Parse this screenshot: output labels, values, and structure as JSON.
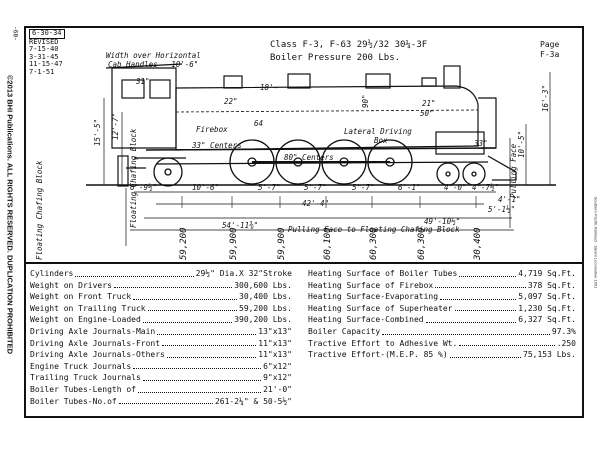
{
  "header": {
    "revisions": [
      "6-30-34",
      "REVISED",
      "7-15-40",
      "3-31-45",
      "11-15-47",
      "7-1-51"
    ],
    "class_line": "Class F-3, F-63",
    "fraction": "29½/32",
    "class_suffix": "30¼-3F",
    "boiler_pressure": "Boiler Pressure 200 Lbs.",
    "page_label": "Page",
    "page_id": "F-3a",
    "page_number": "-60-"
  },
  "side_text": {
    "copyright": "©2013 BHI Publications. ALL RIGHTS RESERVED. DUPLICATION PROHIBITED",
    "right_credit": "Southern Pacific Railroad · Steam Locomotive 1951"
  },
  "drawing": {
    "labels": {
      "width_over": "Width over Horizontal",
      "cab_handles": "Cab Handles - 10'-6\"",
      "firebox": "Firebox",
      "centers_33": "33\" Centers",
      "centers_80": "80\" Centers",
      "lateral_driving": "Lateral Driving",
      "box": "Box",
      "pulling_face": "Pulling Face",
      "floating_block": "Floating Chafing Block",
      "pull_face_to_block": "Pulling Face to Floating Chafing Block"
    },
    "dims": {
      "h_15_5": "15'-5\"",
      "h_12_7": "12'-7\"",
      "h_31": "31\"",
      "h_22": "22\"",
      "h_18": "18'-",
      "w_64": "64",
      "w_90": "90\"",
      "w_21": "21\"",
      "w_50": "50\"",
      "w_33": "33\"",
      "h_16_3": "16'-3\"",
      "h_10_5": "10'-5\"",
      "w_4_1": "4'-1\"",
      "w_6_9": "6'-9½\"",
      "w_10_6": "10'-6\"",
      "w_5_7a": "5'-7\"",
      "w_5_7b": "5'-7\"",
      "w_5_7c": "5'-7\"",
      "w_6_1": "6'-1\"",
      "w_4_0": "4'-0\"",
      "w_4_7": "4'-7½\"",
      "w_42_4": "42'-4\"",
      "w_5_1": "5'-1½\"",
      "w_49_10": "49'-10½\"",
      "w_54_11": "54'-11⅜\""
    },
    "axle_weights": [
      "59,200",
      "59,900",
      "59,900",
      "60,100",
      "60,300",
      "60,300",
      "30,400"
    ]
  },
  "left_specs": [
    {
      "label": "Cylinders",
      "value": "29½\" Dia.X 32\"Stroke"
    },
    {
      "label": "Weight on Drivers",
      "value": "300,600 Lbs."
    },
    {
      "label": "Weight on Front Truck",
      "value": "30,400 Lbs."
    },
    {
      "label": "Weight on Trailing Truck",
      "value": "59,200 Lbs."
    },
    {
      "label": "Weight on Engine-Loaded",
      "value": "390,200 Lbs."
    },
    {
      "label": "Driving Axle Journals-Main",
      "value": "13\"x13\""
    },
    {
      "label": "Driving Axle Journals-Front",
      "value": "11\"x13\""
    },
    {
      "label": "Driving Axle Journals-Others",
      "value": "11\"x13\""
    },
    {
      "label": "Engine Truck Journals",
      "value": "6\"x12\""
    },
    {
      "label": "Trailing Truck Journals",
      "value": "9\"x12\""
    },
    {
      "label": "Boiler Tubes-Length of",
      "value": "21'-0\""
    },
    {
      "label": "Boiler Tubes-No.of",
      "value": "261-2¼\" & 50-5½\""
    }
  ],
  "right_specs": [
    {
      "label": "Heating Surface of Boiler Tubes",
      "value": "4,719 Sq.Ft."
    },
    {
      "label": "Heating Surface of Firebox",
      "value": "378 Sq.Ft."
    },
    {
      "label": "Heating Surface-Evaporating",
      "value": "5,097 Sq.Ft."
    },
    {
      "label": "Heating Surface of Superheater",
      "value": "1,230 Sq.Ft."
    },
    {
      "label": "Heating Surface-Combined",
      "value": "6,327 Sq.Ft."
    },
    {
      "label": "Boiler Capacity",
      "value": "97.3%"
    },
    {
      "label": "Tractive Effort to Adhesive Wt.",
      "value": ".250"
    },
    {
      "label": "Tractive Effort-(M.E.P. 85 %)",
      "value": "75,153 Lbs."
    }
  ]
}
